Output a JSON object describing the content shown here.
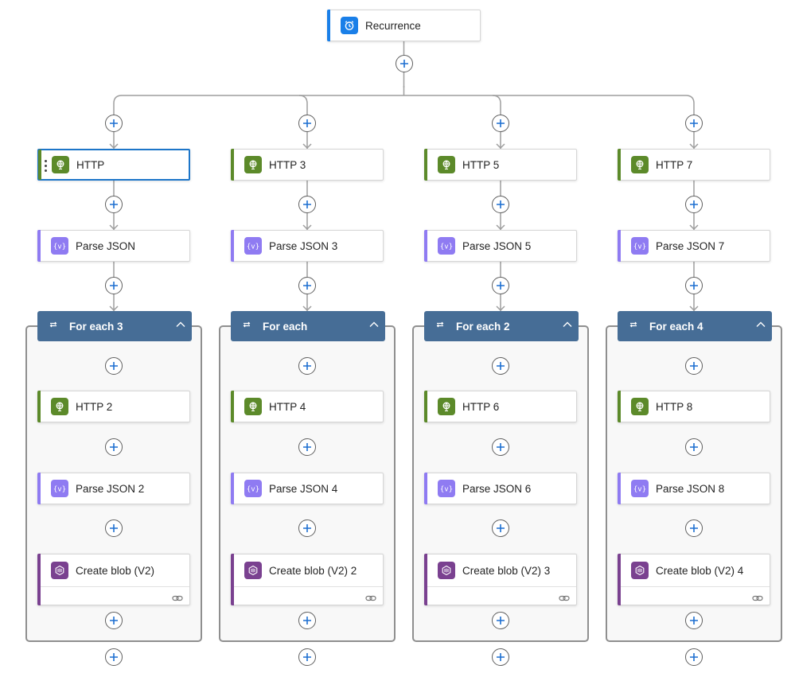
{
  "colors": {
    "http": "#5c8a2a",
    "parse": "#8f7bf2",
    "blob": "#7a4190",
    "recurrence": "#1a7fe8",
    "loop_header": "#466d96",
    "plus_stroke": "#1d6fd1",
    "connector": "#9e9e9e"
  },
  "trigger": {
    "label": "Recurrence",
    "icon": "alarm-clock-icon"
  },
  "branches": [
    {
      "http_label": "HTTP",
      "parse_label": "Parse JSON",
      "foreach_label": "For each 3",
      "inner_http_label": "HTTP 2",
      "inner_parse_label": "Parse JSON 2",
      "blob_label": "Create blob (V2)"
    },
    {
      "http_label": "HTTP 3",
      "parse_label": "Parse JSON 3",
      "foreach_label": "For each",
      "inner_http_label": "HTTP 4",
      "inner_parse_label": "Parse JSON 4",
      "blob_label": "Create blob (V2) 2"
    },
    {
      "http_label": "HTTP 5",
      "parse_label": "Parse JSON 5",
      "foreach_label": "For each 2",
      "inner_http_label": "HTTP 6",
      "inner_parse_label": "Parse JSON 6",
      "blob_label": "Create blob (V2) 3"
    },
    {
      "http_label": "HTTP 7",
      "parse_label": "Parse JSON 7",
      "foreach_label": "For each 4",
      "inner_http_label": "HTTP 8",
      "inner_parse_label": "Parse JSON 8",
      "blob_label": "Create blob (V2) 4"
    }
  ],
  "selected": {
    "branch": 0,
    "step": "http"
  }
}
